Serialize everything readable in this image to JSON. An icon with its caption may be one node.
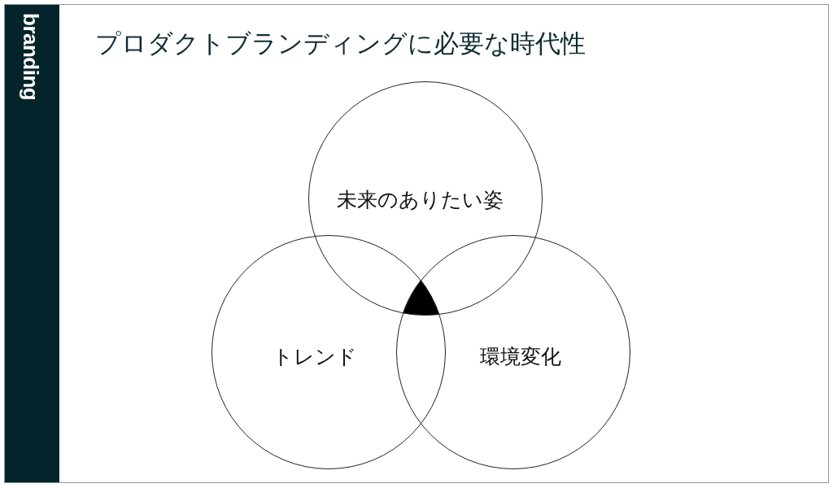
{
  "diagram": {
    "title": "プロダクトブランディングに必要な時代性",
    "nodes": [
      {
        "text": [
          "branding"
        ]
      },
      {
        "text": [
          "未来のありたい姿"
        ]
      },
      {
        "text": [
          "トレンド"
        ]
      },
      {
        "text": [
          "環境変化"
        ]
      }
    ]
  }
}
